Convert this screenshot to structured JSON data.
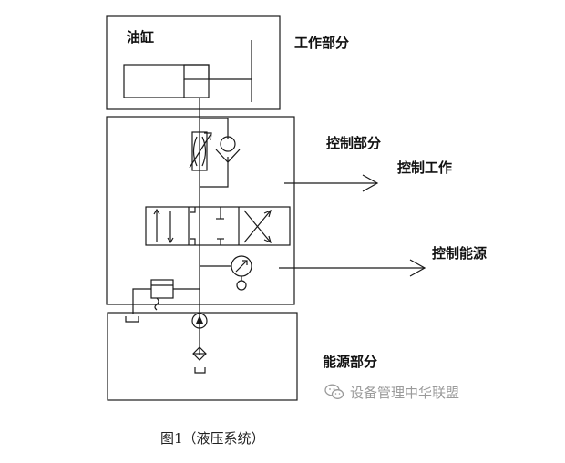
{
  "labels": {
    "cylinder": "油缸",
    "work_section": "工作部分",
    "control_section": "控制部分",
    "control_work": "控制工作",
    "control_energy": "控制能源",
    "energy_section": "能源部分"
  },
  "caption": "图1（液压系统）",
  "watermark": "设备管理中华联盟",
  "colors": {
    "line": "#1a1a1a",
    "watermark": "#9a9a9a"
  }
}
